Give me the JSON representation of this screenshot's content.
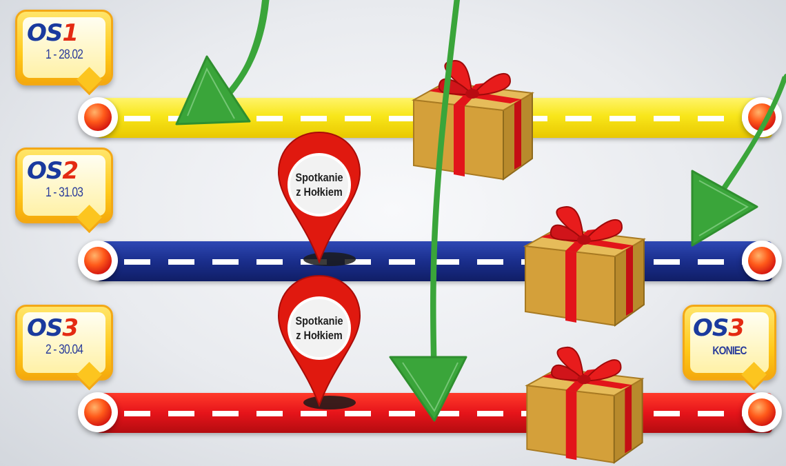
{
  "stages": [
    {
      "id": "OS1",
      "prefix": "OS",
      "number": "1",
      "dates": "1 - 28.02",
      "road_color": "#f8e61a"
    },
    {
      "id": "OS2",
      "prefix": "OS",
      "number": "2",
      "dates": "1 - 31.03",
      "road_color": "#1a2e8c"
    },
    {
      "id": "OS3",
      "prefix": "OS",
      "number": "3",
      "dates": "2 - 30.04",
      "road_color": "#e6141a"
    }
  ],
  "finish": {
    "prefix": "OS",
    "number": "3",
    "label": "KONIEC"
  },
  "meetings": [
    {
      "line1": "Spotkanie",
      "line2": "z Hołkiem"
    },
    {
      "line1": "Spotkanie",
      "line2": "z Hołkiem"
    }
  ],
  "colors": {
    "arrow": "#3aa53a",
    "pin": "#e0190f",
    "gift_paper": "#d8a83e",
    "gift_ribbon": "#e2141a",
    "bubble": "#ffc91a"
  },
  "icons": [
    "gift-box-icon",
    "map-pin-icon",
    "node-ball-icon",
    "hand-drawn-arrow-icon"
  ]
}
